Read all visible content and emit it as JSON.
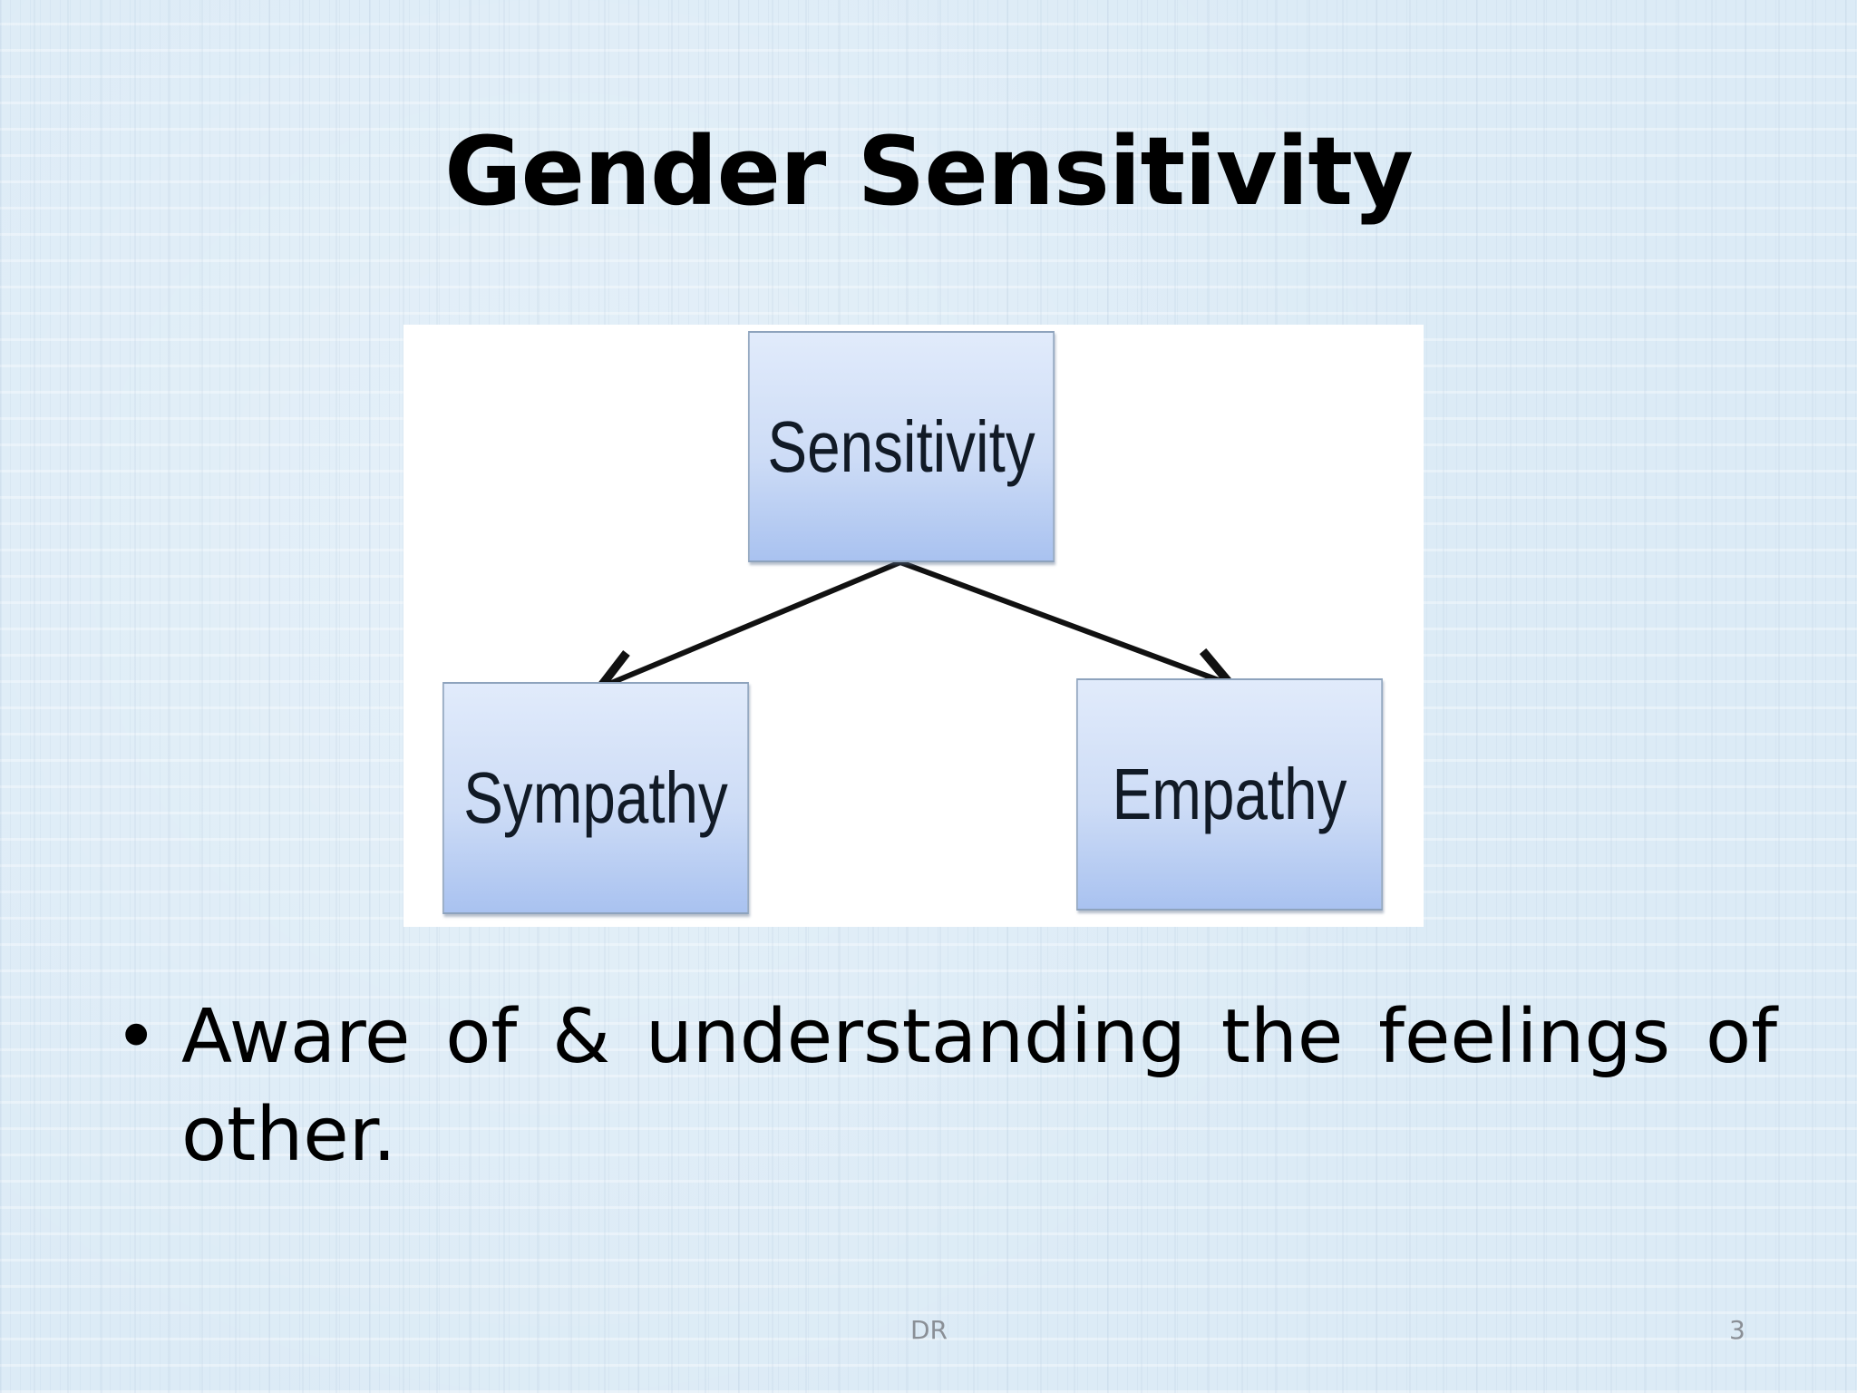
{
  "slide": {
    "title": "Gender Sensitivity",
    "background_color": "#dcebf6",
    "diagram": {
      "root": "Sensitivity",
      "children": [
        "Sympathy",
        "Empathy"
      ],
      "box_gradient": [
        "#e1ebfb",
        "#a9c2f0"
      ],
      "arrow_color": "#111111"
    },
    "bullets": [
      "Aware of & understanding the feelings of other."
    ],
    "bullet_symbol": "•",
    "footer": {
      "center": "DR",
      "page_number": "3"
    }
  }
}
